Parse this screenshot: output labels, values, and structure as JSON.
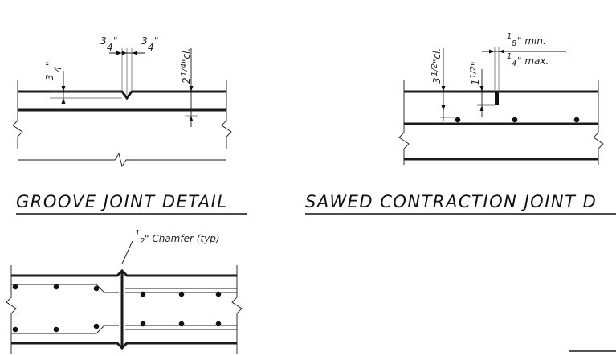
{
  "groove_detail": {
    "title": "GROOVE JOINT DETAIL",
    "dim_left_whole": "3",
    "dim_left_frac": "4",
    "dim_left_mark": "\"",
    "dim_top_left_whole": "3",
    "dim_top_left_frac": "4",
    "dim_top_left_mark": "\"",
    "dim_top_right_whole": "3",
    "dim_top_right_frac": "4",
    "dim_top_right_mark": "\"",
    "dim_right_text": "2",
    "dim_right_frac": "1/4",
    "dim_right_suffix": "\"cl."
  },
  "sawed_detail": {
    "title": "SAWED CONTRACTION JOINT D",
    "dim_cl_whole": "3",
    "dim_cl_frac": "1/2",
    "dim_cl_suffix": "\"cl.",
    "dim_depth_whole": "1",
    "dim_depth_frac": "1/2",
    "dim_depth_suffix": "\"",
    "dim_min_num": "1",
    "dim_min_den": "8",
    "dim_min_text": "\" min.",
    "dim_max_num": "1",
    "dim_max_den": "4",
    "dim_max_text": "\" max."
  },
  "third_detail": {
    "chamfer_num": "1",
    "chamfer_den": "2",
    "chamfer_text": "\" Chamfer (typ)"
  }
}
